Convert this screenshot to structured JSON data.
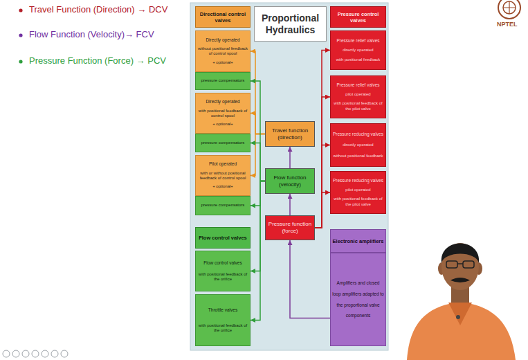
{
  "diagram": {
    "nodes": [
      {
        "text": [
          "Directional control valves"
        ]
      },
      {
        "text": [
          "Directly operated",
          "without positional feedback of control spool",
          "+ optional+"
        ]
      },
      {
        "text": [
          "pressure compensators"
        ]
      },
      {
        "text": [
          "Directly operated",
          "with positional feedback of control spool",
          "+ optional+"
        ]
      },
      {
        "text": [
          "pressure compensators"
        ]
      },
      {
        "text": [
          "Pilot operated",
          "with or without positional feedback of control spool",
          "+ optional+"
        ]
      },
      {
        "text": [
          "pressure compensators"
        ]
      },
      {
        "text": [
          "Flow control valves"
        ]
      },
      {
        "text": [
          "Flow control valves",
          "with positional feedback of the orifice"
        ]
      },
      {
        "text": [
          "Throttle valves",
          "with positional feedback of the orifice"
        ]
      },
      {
        "text": [
          "Proportional Hydraulics"
        ]
      },
      {
        "text": [
          "Travel function (direction)"
        ]
      },
      {
        "text": [
          "Flow function (velocity)"
        ]
      },
      {
        "text": [
          "Pressure function (force)"
        ]
      },
      {
        "text": [
          "Pressure control valves"
        ]
      },
      {
        "text": [
          "Pressure relief valves",
          "directly operated",
          "with positional feedback"
        ]
      },
      {
        "text": [
          "Pressure relief valves",
          "pilot operated",
          "with positional feedback of the pilot valve"
        ]
      },
      {
        "text": [
          "Pressure reducing valves",
          "directly operated",
          "without positional feedback"
        ]
      },
      {
        "text": [
          "Pressure reducing valves",
          "pilot operated",
          "with positional feedback of the pilot valve"
        ]
      },
      {
        "text": [
          "Electronic amplifiers"
        ]
      },
      {
        "text": [
          "Amplifiers and closed loop amplifiers adapted to the proportional valve components"
        ]
      }
    ],
    "edges": [
      {
        "from": 11,
        "to": 1,
        "arrow": "to"
      },
      {
        "from": 11,
        "to": 3,
        "arrow": "to"
      },
      {
        "from": 11,
        "to": 5,
        "arrow": "to"
      },
      {
        "from": 12,
        "to": 2,
        "arrow": "to"
      },
      {
        "from": 12,
        "to": 4,
        "arrow": "to"
      },
      {
        "from": 12,
        "to": 6,
        "arrow": "to"
      },
      {
        "from": 12,
        "to": 8,
        "arrow": "to"
      },
      {
        "from": 12,
        "to": 9,
        "arrow": "to"
      },
      {
        "from": 13,
        "to": 15,
        "arrow": "to"
      },
      {
        "from": 13,
        "to": 16,
        "arrow": "to"
      },
      {
        "from": 13,
        "to": 17,
        "arrow": "to"
      },
      {
        "from": 13,
        "to": 18,
        "arrow": "to"
      },
      {
        "from": 20,
        "to": 13,
        "arrow": "to"
      },
      {
        "from": 13,
        "to": 12,
        "arrow": "to"
      },
      {
        "from": 12,
        "to": 11,
        "arrow": "to"
      }
    ],
    "labels": [
      "Travel Function (Direction) → DCV",
      "Flow Function (Velocity)→ FCV",
      "Pressure Function (Force) → PCV",
      "NPTEL"
    ]
  }
}
